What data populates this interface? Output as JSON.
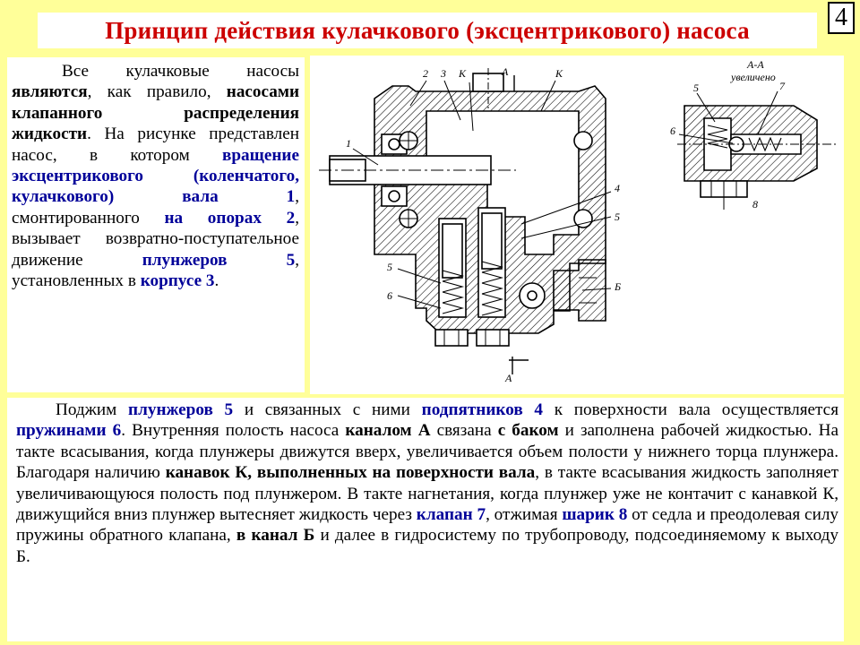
{
  "slide": {
    "title": "Принцип действия кулачкового (эксцентрикового) насоса",
    "number": "4"
  },
  "left_text": [
    {
      "t": "Все кулачковые насосы ",
      "s": "n"
    },
    {
      "t": "являются",
      "s": "b"
    },
    {
      "t": ", как правило, ",
      "s": "n"
    },
    {
      "t": "насосами клапанного распределения жидкости",
      "s": "b"
    },
    {
      "t": ". На рисунке представлен насос, в котором ",
      "s": "n"
    },
    {
      "t": "вращение эксцентрикового (коленчатого, кулачкового) вала 1",
      "s": "blue"
    },
    {
      "t": ", смонтированного ",
      "s": "n"
    },
    {
      "t": "на опорах 2",
      "s": "blue"
    },
    {
      "t": ", вызывает возвратно-поступательное движение ",
      "s": "n"
    },
    {
      "t": "плунжеров 5",
      "s": "blue"
    },
    {
      "t": ", установленных в ",
      "s": "n"
    },
    {
      "t": "корпусе 3",
      "s": "blue"
    },
    {
      "t": ".",
      "s": "n"
    }
  ],
  "bottom_text": [
    {
      "t": "Поджим ",
      "s": "n"
    },
    {
      "t": "плунжеров 5",
      "s": "blue"
    },
    {
      "t": " и связанных с ними ",
      "s": "n"
    },
    {
      "t": "подпятников 4",
      "s": "blue"
    },
    {
      "t": " к поверхности вала осуществляется ",
      "s": "n"
    },
    {
      "t": "пружинами 6",
      "s": "blue"
    },
    {
      "t": ". Внутренняя полость насоса ",
      "s": "n"
    },
    {
      "t": "каналом А",
      "s": "b"
    },
    {
      "t": " связана ",
      "s": "n"
    },
    {
      "t": "с баком",
      "s": "b"
    },
    {
      "t": " и заполнена рабочей жидкостью. На такте всасывания, когда плунжеры движутся вверх, увеличивается объем полости у нижнего торца плунжера. Благодаря наличию ",
      "s": "n"
    },
    {
      "t": "канавок К, выполненных на поверхности вала",
      "s": "b"
    },
    {
      "t": ", в такте всасывания жидкость заполняет увеличивающуюся полость под плунжером. В такте нагнетания, когда плунжер уже не контачит с канавкой К, движущийся вниз плунжер вытесняет жидкость через ",
      "s": "n"
    },
    {
      "t": "клапан 7",
      "s": "blue"
    },
    {
      "t": ", отжимая ",
      "s": "n"
    },
    {
      "t": "шарик 8",
      "s": "blue"
    },
    {
      "t": " от седла и преодолевая силу пружины обратного клапана, ",
      "s": "n"
    },
    {
      "t": "в канал Б",
      "s": "b"
    },
    {
      "t": " и далее в гидросистему по трубопроводу, подсоединяемому к выходу Б.",
      "s": "n"
    }
  ],
  "figure": {
    "main_labels": {
      "l1": "1",
      "l2": "2",
      "l3": "3",
      "lK1": "К",
      "lA": "А",
      "lK2": "К",
      "l4": "4",
      "l5a": "5",
      "l5b": "5",
      "l6": "6",
      "lB": "Б",
      "lA2": "А"
    },
    "section_labels": {
      "title": "А-А",
      "subtitle": "увеличено",
      "l5": "5",
      "l7": "7",
      "l6": "6",
      "l8": "8"
    }
  },
  "colors": {
    "background": "#ffff99",
    "title": "#cc0000",
    "highlight": "#000099"
  }
}
